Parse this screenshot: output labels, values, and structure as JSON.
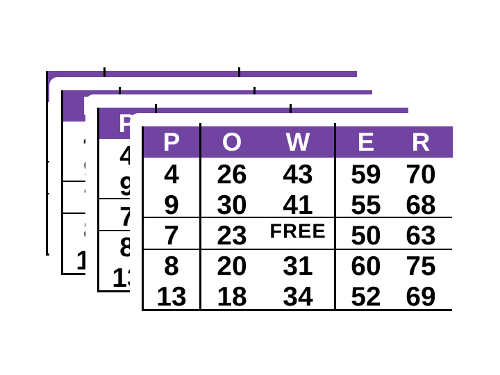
{
  "scene": {
    "description": "stack of four identical POWER bingo cards",
    "background_color": "#ffffff",
    "stack_count": 4
  },
  "card": {
    "header_letters": [
      "P",
      "O",
      "W",
      "E",
      "R"
    ],
    "grid": [
      [
        "4",
        "26",
        "43",
        "59",
        "70"
      ],
      [
        "9",
        "30",
        "41",
        "55",
        "68"
      ],
      [
        "7",
        "23",
        "FREE",
        "50",
        "63"
      ],
      [
        "8",
        "20",
        "31",
        "60",
        "75"
      ],
      [
        "13",
        "18",
        "34",
        "52",
        "69"
      ]
    ],
    "free_label": "FREE",
    "colors": {
      "header_bg": "#7144A2",
      "header_text": "#ffffff",
      "number_text": "#000000",
      "grid_line": "#000000",
      "card_bg": "#ffffff"
    }
  }
}
